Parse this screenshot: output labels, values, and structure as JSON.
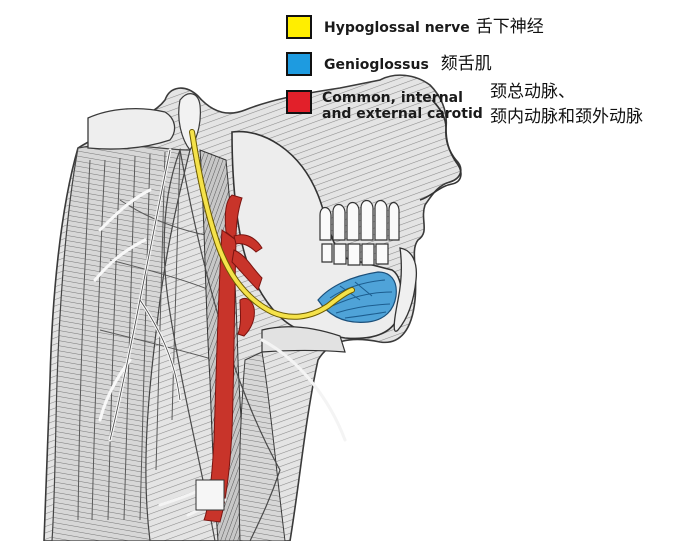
{
  "legend": [
    {
      "id": "hypoglossal",
      "label_en": "Hypoglossal nerve",
      "label_zh": "舌下神经",
      "color": "#FFEE00"
    },
    {
      "id": "genioglossus",
      "label_en": "Genioglossus",
      "label_zh": "颏舌肌",
      "color": "#1E9BE0"
    },
    {
      "id": "carotid",
      "label_en_line1": "Common, internal",
      "label_en_line2": "and external carotid",
      "label_zh_line1": "颈总动脉、",
      "label_zh_line2": "颈内动脉和颈外动脉",
      "color": "#E2202A"
    }
  ],
  "colors": {
    "nerve": "#F5E24A",
    "muscle_highlight": "#4FA3D8",
    "artery": "#C8342A",
    "line_art": "#3a3a3a",
    "tissue_fill": "#d9d9d9",
    "background": "#ffffff"
  },
  "figure": {
    "style": "grayscale engraving",
    "view": "lateral view of the neck"
  }
}
